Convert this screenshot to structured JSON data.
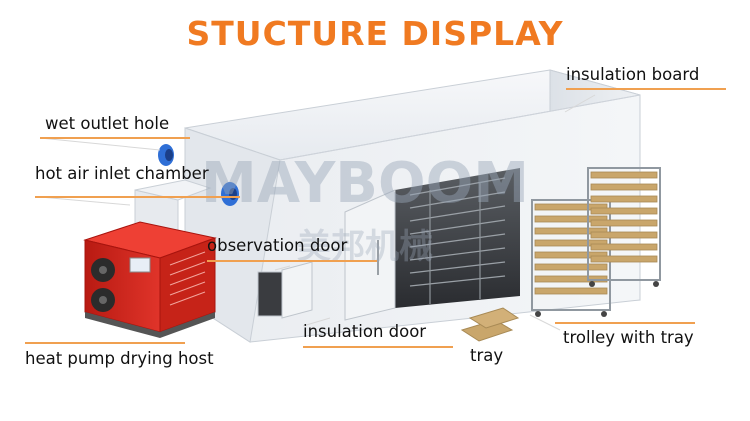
{
  "title": "STUCTURE DISPLAY",
  "watermark": {
    "latin": "MAYBOOM",
    "cjk": "美邦机械"
  },
  "labels": {
    "insulation_board": "insulation board",
    "wet_outlet_hole": "wet outlet hole",
    "hot_air_inlet_chamber": "hot air inlet chamber",
    "observation_door": "observation door",
    "insulation_door": "insulation door",
    "tray": "tray",
    "trolley_with_tray": "trolley with tray",
    "heat_pump_drying_host": "heat pump drying host"
  },
  "colors": {
    "title": "#F07A21",
    "underline": "#F0A050",
    "cabinet": "#EEF1F5",
    "cabinet_shade": "#D8DDE4",
    "heat_pump": "#D9261C",
    "tray": "#C9A66B",
    "fan_blue": "#2F6FD6"
  }
}
